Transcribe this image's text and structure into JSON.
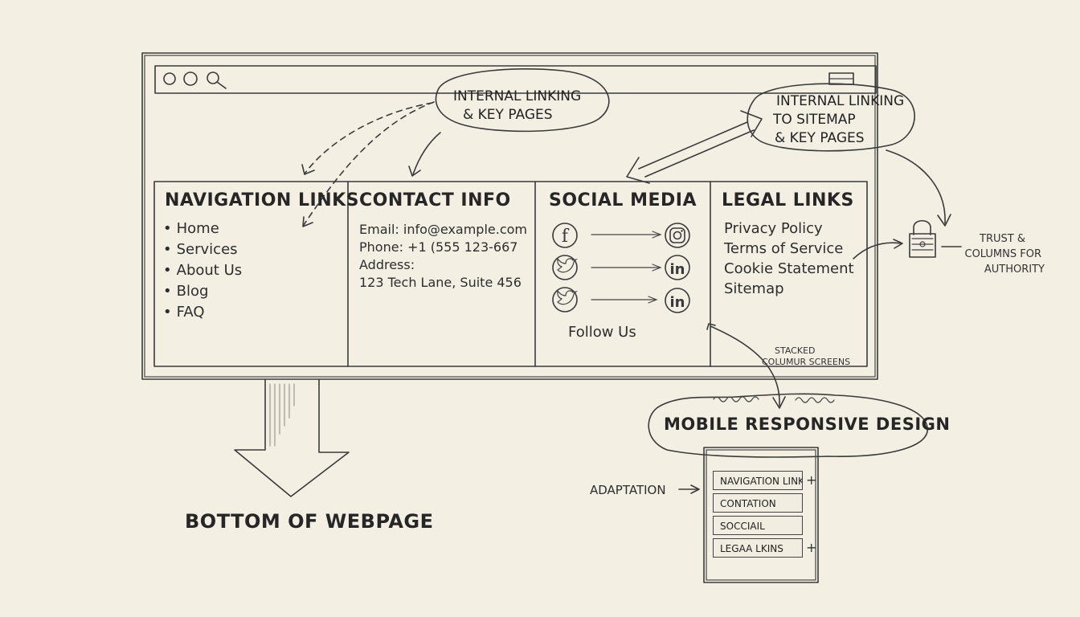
{
  "bubbles": {
    "internal_key_pages": [
      "INTERNAL LINKING",
      "& KEY PAGES"
    ],
    "internal_sitemap": [
      "INTERNAL LINKING",
      "TO SITEMAP",
      "& KEY PAGES"
    ]
  },
  "footer": {
    "navigation": {
      "heading": "NAVIGATION LINKS",
      "items": [
        "Home",
        "Services",
        "About Us",
        "Blog",
        "FAQ"
      ]
    },
    "contact": {
      "heading": "CONTACT INFO",
      "lines": [
        "Email: info@example.com",
        "Phone: +1 (555 123-667",
        "Address:",
        "123 Tech Lane, Suite 456"
      ]
    },
    "social": {
      "heading": "SOCIAL MEDIA",
      "icons": [
        "facebook-icon",
        "instagram-icon",
        "twitter-icon",
        "linkedin-icon",
        "twitter-icon",
        "linkedin-icon"
      ],
      "follow": "Follow Us"
    },
    "legal": {
      "heading": "LEGAL LINKS",
      "items": [
        "Privacy Policy",
        "Terms of Service",
        "Cookie Statement",
        "Sitemap"
      ]
    }
  },
  "annotations": {
    "trust": [
      "TRUST &",
      "COLUMNS FOR",
      "AUTHORITY"
    ],
    "stacked": [
      "STACKED",
      "COLUMUR SCREENS"
    ],
    "bottom": "BOTTOM OF WEBPAGE",
    "adaptation": "ADAPTATION",
    "mobile_title": "MOBILE RESPONSIVE DESIGN"
  },
  "mobile": {
    "rows": [
      "NAVIGATION LINKS",
      "CONTATION",
      "SOCCIAIL",
      "LEGAA LKINS"
    ],
    "plus": "+"
  },
  "colors": {
    "paper": "#f3efe3",
    "ink": "#3a3a3a"
  }
}
